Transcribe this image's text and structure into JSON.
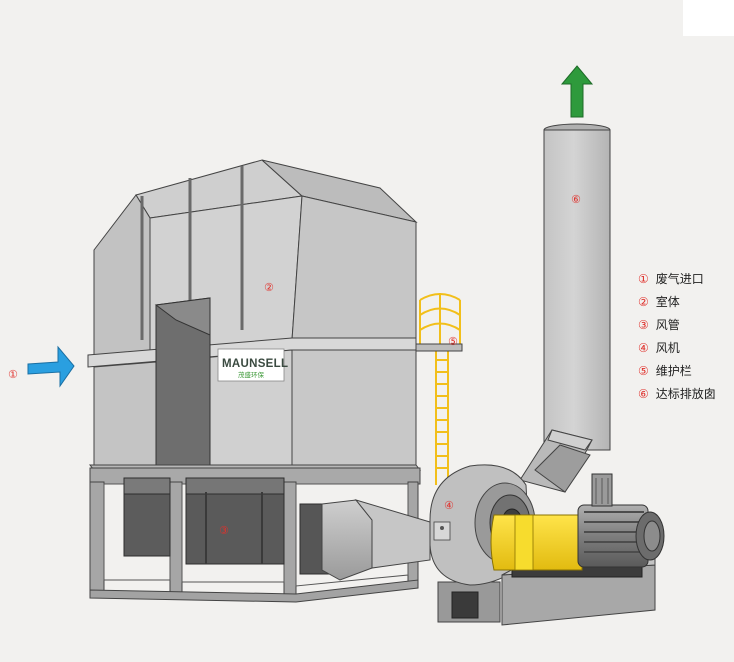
{
  "brand": {
    "name": "MAUNSELL",
    "subtitle": "茂盛环保",
    "accent": "#4aa83a"
  },
  "markers": {
    "m1": "①",
    "m2": "②",
    "m3": "③",
    "m4": "④",
    "m5": "⑤",
    "m6": "⑥"
  },
  "legend": [
    {
      "num": "①",
      "label": "废气进口"
    },
    {
      "num": "②",
      "label": "室体"
    },
    {
      "num": "③",
      "label": "风管"
    },
    {
      "num": "④",
      "label": "风机"
    },
    {
      "num": "⑤",
      "label": "维护栏"
    },
    {
      "num": "⑥",
      "label": "达标排放囱"
    }
  ],
  "colors": {
    "background": "#f2f1ef",
    "steel": "#c9c9c9",
    "steel_dark": "#8c8c8c",
    "inlet_arrow": "#2a9fe0",
    "outlet_arrow": "#2e9a3c",
    "motor_yellow": "#f4d21c",
    "rail_yellow": "#f7c51e",
    "marker_red": "#e0312c"
  },
  "icons": {
    "inlet": "arrow-right-icon",
    "outlet": "arrow-up-icon"
  }
}
